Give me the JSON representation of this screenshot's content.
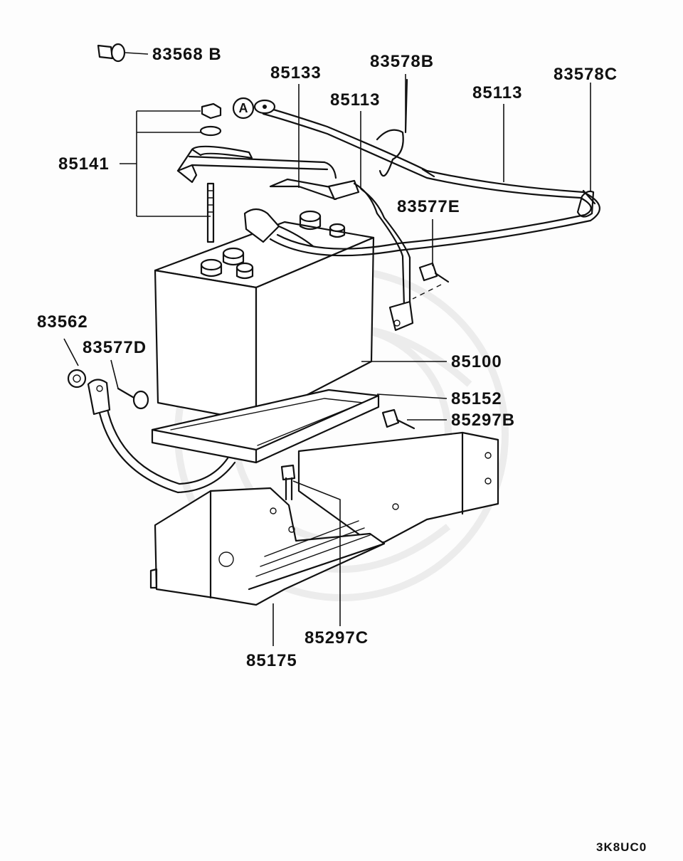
{
  "diagram": {
    "callout_letter": "A",
    "figure_code": "3K8UC0",
    "parts": {
      "p83568B": "83568 B",
      "p85133": "85133",
      "p83578B": "83578B",
      "p83578C": "83578C",
      "p85113_left": "85113",
      "p85113_right": "85113",
      "p85141": "85141",
      "p83577E": "83577E",
      "p83562": "83562",
      "p83577D": "83577D",
      "p85100": "85100",
      "p85152": "85152",
      "p85297B": "85297B",
      "p85297C": "85297C",
      "p85175": "85175"
    }
  }
}
